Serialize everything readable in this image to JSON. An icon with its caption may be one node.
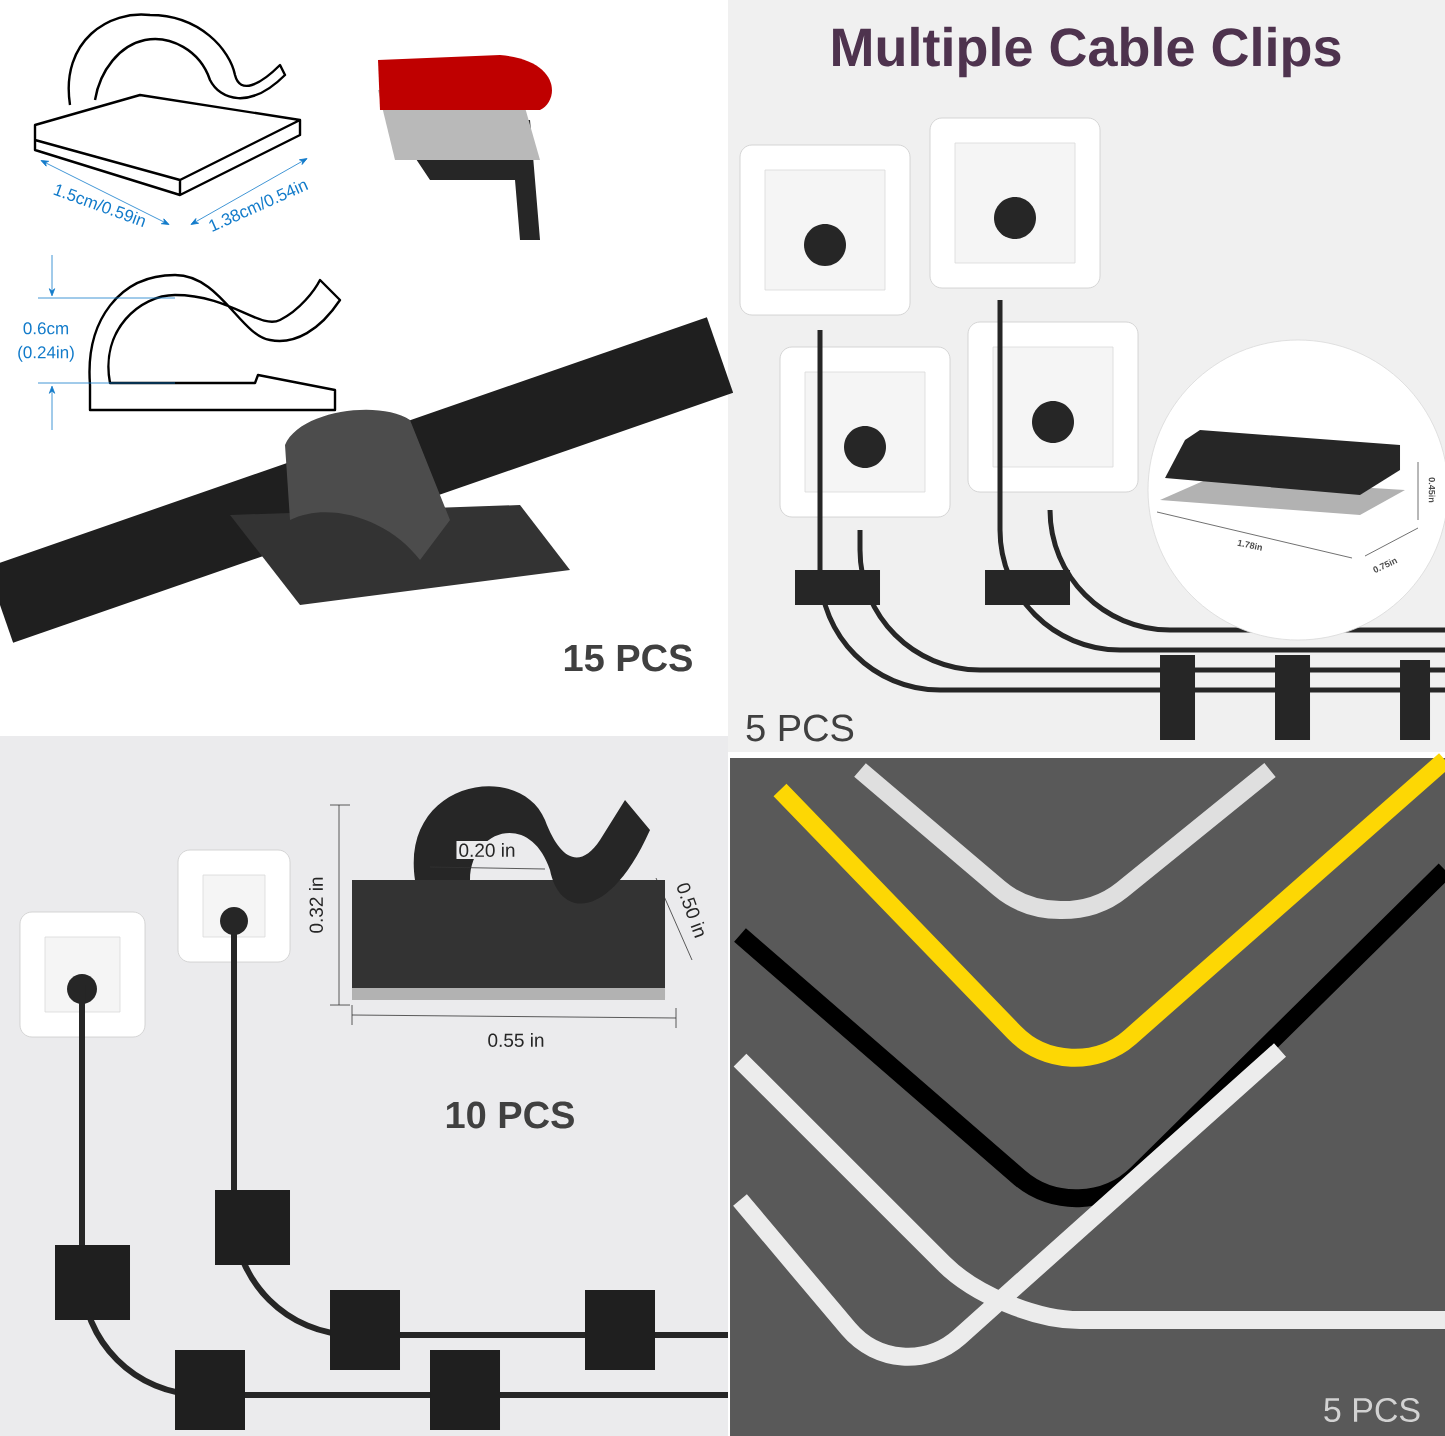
{
  "diagram": {
    "title": "Multiple Cable Clips",
    "labels": [
      "1.5cm/0.59in",
      "1.38cm/0.54in",
      "0.6cm (0.24in)",
      "15 PCS",
      "1.78in",
      "0.75in",
      "0.45in",
      "5 PCS",
      "0.32 in",
      "0.20 in",
      "0.50 in",
      "0.55 in",
      "10 PCS",
      "5 PCS"
    ]
  }
}
